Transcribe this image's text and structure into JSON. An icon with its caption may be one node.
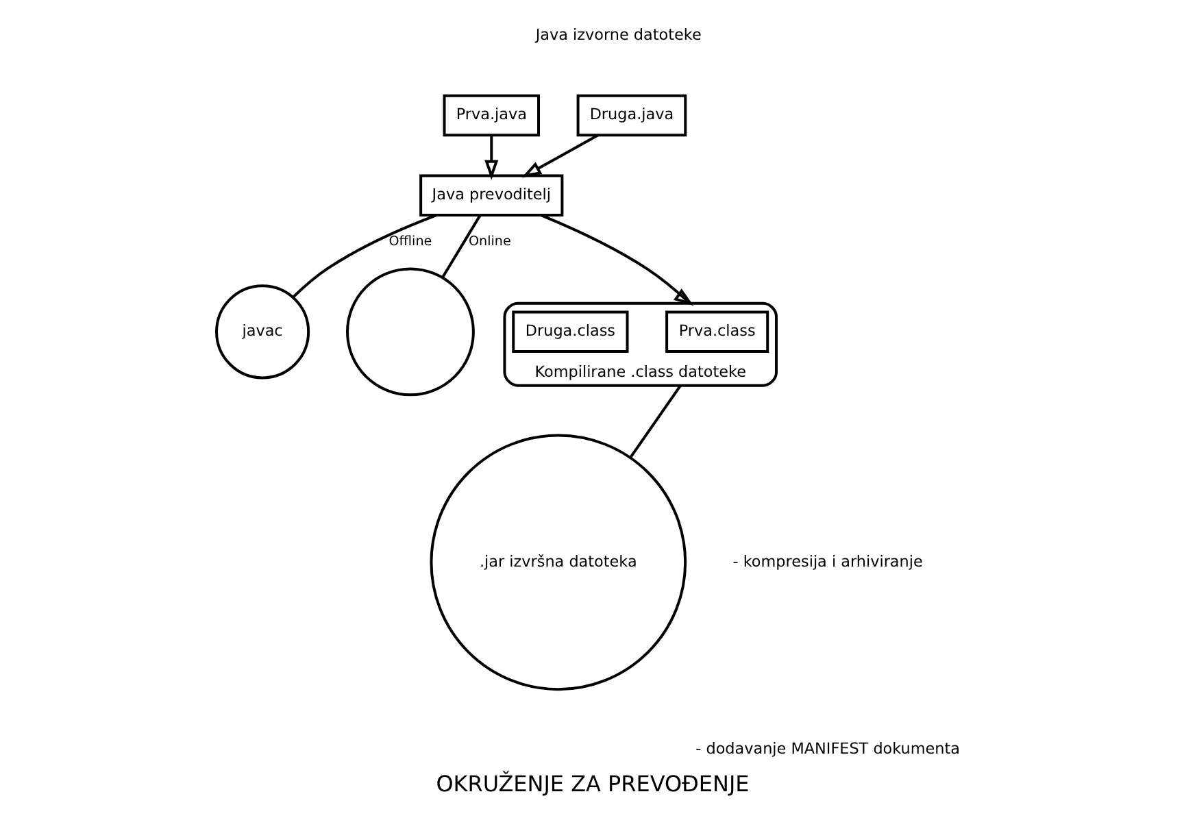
{
  "diagram": {
    "caption": "OKRUŽENJE ZA PREVOĐENJE",
    "nodes": [
      {
        "text": [
          "Prva.java"
        ]
      },
      {
        "text": [
          "Druga.java"
        ]
      },
      {
        "text": [
          "Java prevoditelj"
        ]
      },
      {
        "text": [
          "javac"
        ]
      },
      {
        "text": [
          "Kompilirane .class datoteke"
        ]
      },
      {
        "text": [
          "Prva.class"
        ],
        "in": 4
      },
      {
        "text": [
          "Druga.class"
        ],
        "in": 4
      },
      {
        "text": [],
        "shape": "circle"
      },
      {
        "text": [
          ".jar izvršna datoteka"
        ]
      }
    ],
    "edges": [
      {
        "from": 0,
        "to": 2,
        "arrow": "to"
      },
      {
        "from": 1,
        "to": 2,
        "arrow": "to"
      },
      {
        "from": 2,
        "to": 3,
        "arrow": "none",
        "label": "Offline"
      },
      {
        "from": 2,
        "to": 4,
        "arrow": "to"
      },
      {
        "from": 2,
        "to": 7,
        "arrow": "none",
        "label": "Online"
      },
      {
        "from": 4,
        "to": 8,
        "arrow": "none"
      }
    ],
    "labels": [
      "Java izvorne datoteke",
      "- kompresija i arhiviranje",
      "- dodavanje MANIFEST dokumenta"
    ]
  }
}
